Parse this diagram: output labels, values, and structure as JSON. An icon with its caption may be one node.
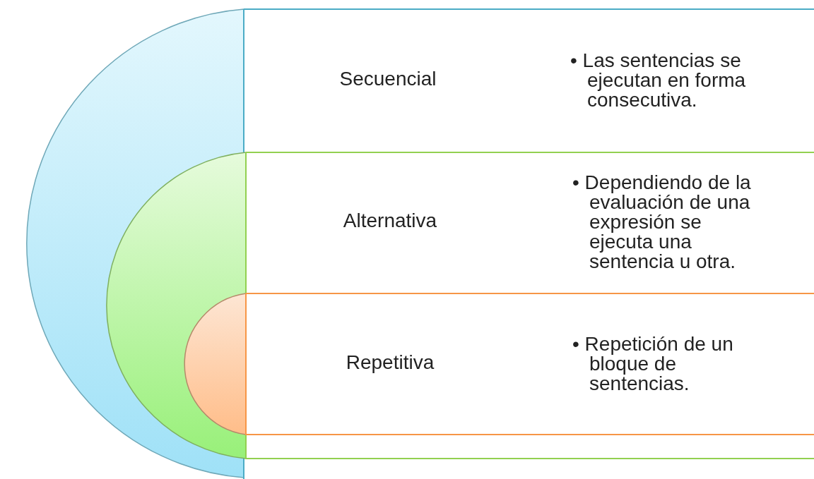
{
  "diagram": {
    "nodes": [
      {
        "text": [
          "Secuencial",
          "• Las sentencias se ejecutan en forma consecutiva."
        ]
      },
      {
        "text": [
          "Alternativa",
          "• Dependiendo de la evaluación de una expresión se ejecuta una sentencia u otra."
        ],
        "in": 0
      },
      {
        "text": [
          "Repetitiva",
          "• Repetición de un bloque de sentencias."
        ],
        "in": 1
      }
    ]
  }
}
